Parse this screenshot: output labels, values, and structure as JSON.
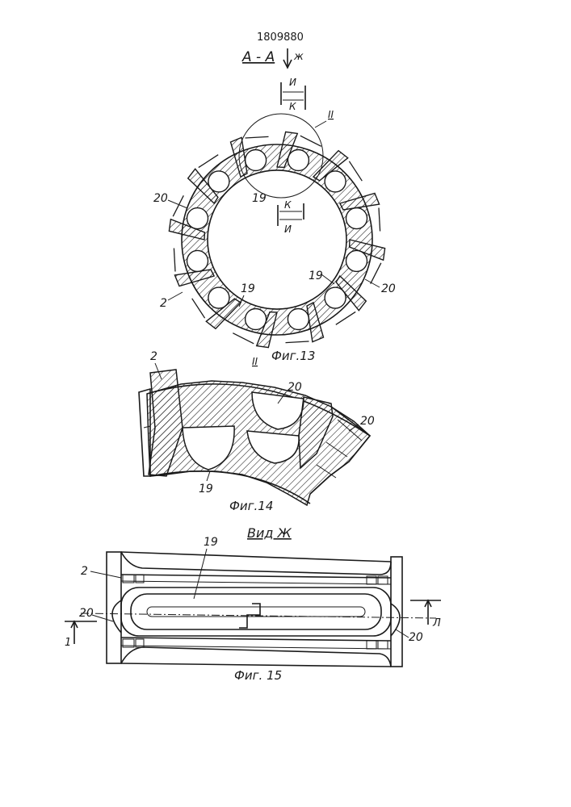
{
  "patent_number": "1809880",
  "fig13": {
    "section_title": "А - А",
    "view_arrow_label": "ж",
    "section_top_upper": "И",
    "section_top_lower": "К",
    "detail_marker": "II",
    "section_inner_upper": "К",
    "section_inner_lower": "И",
    "labels": {
      "l20_left": "20",
      "l19_inner": "19",
      "l19_right": "19",
      "l20_right": "20",
      "l2": "2",
      "l19_bottom": "19"
    },
    "caption_marker": "II",
    "caption": "Фиг.13"
  },
  "fig14": {
    "labels": {
      "l2": "2",
      "l20_top": "20",
      "l20_right": "20",
      "l19": "19"
    },
    "caption": "Фиг.14"
  },
  "fig15": {
    "view_title": "Вид Ж",
    "labels": {
      "l19": "19",
      "l2": "2",
      "l20_left": "20",
      "l20_right": "20",
      "cut_left": "1",
      "cut_right": "Л"
    },
    "caption": "Фиг. 15"
  }
}
